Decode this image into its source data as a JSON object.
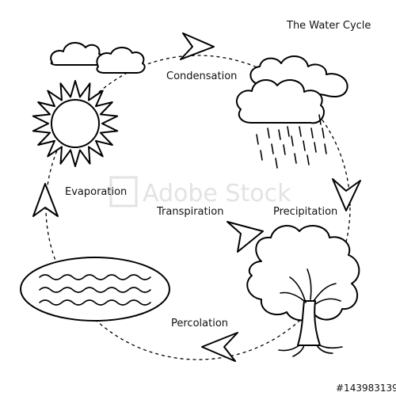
{
  "title": "The Water Cycle",
  "labels": {
    "condensation": "Condensation",
    "evaporation": "Evaporation",
    "transpiration": "Transpiration",
    "precipitation": "Precipitation",
    "percolation": "Percolation"
  },
  "watermark": "Adobe Stock",
  "stock_id": "#143983139",
  "colors": {
    "line": "#000000",
    "background": "#ffffff",
    "watermark": "#e3e3e3"
  }
}
